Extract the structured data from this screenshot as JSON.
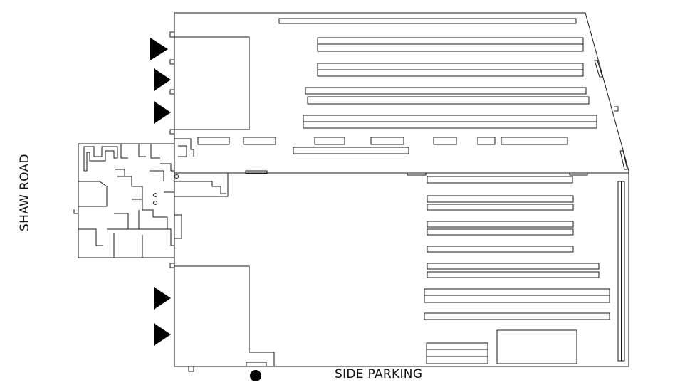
{
  "labels": {
    "road": "SHAW ROAD",
    "parking": "SIDE PARKING"
  },
  "colors": {
    "line": "#1a1a1a",
    "arrow": "#000000",
    "background": "#ffffff"
  },
  "icons": {
    "entry_arrow": "triangle-right",
    "parking_marker": "filled-circle"
  }
}
